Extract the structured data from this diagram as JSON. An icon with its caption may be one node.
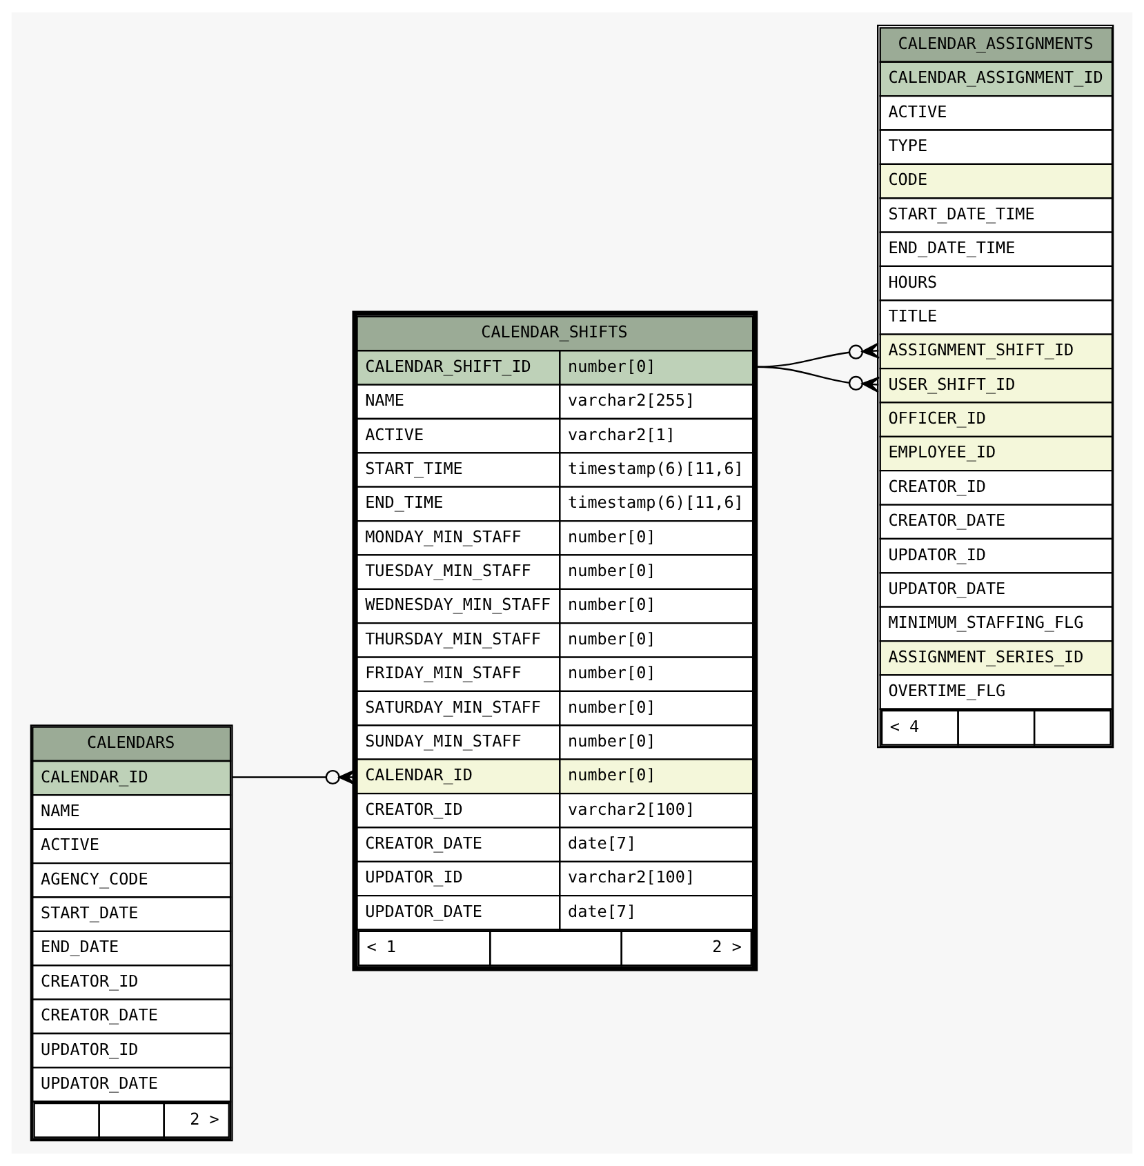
{
  "diagram": {
    "nodes": [
      {
        "text": [
          "CALENDARS",
          "CALENDAR_ID",
          "NAME",
          "ACTIVE",
          "AGENCY_CODE",
          "START_DATE",
          "END_DATE",
          "CREATOR_ID",
          "CREATOR_DATE",
          "UPDATOR_ID",
          "UPDATOR_DATE",
          "2 >"
        ]
      },
      {
        "text": [
          "CALENDAR_SHIFTS",
          "CALENDAR_SHIFT_ID",
          "number[0]",
          "NAME",
          "varchar2[255]",
          "ACTIVE",
          "varchar2[1]",
          "START_TIME",
          "timestamp(6)[11,6]",
          "END_TIME",
          "timestamp(6)[11,6]",
          "MONDAY_MIN_STAFF",
          "number[0]",
          "TUESDAY_MIN_STAFF",
          "number[0]",
          "WEDNESDAY_MIN_STAFF",
          "number[0]",
          "THURSDAY_MIN_STAFF",
          "number[0]",
          "FRIDAY_MIN_STAFF",
          "number[0]",
          "SATURDAY_MIN_STAFF",
          "number[0]",
          "SUNDAY_MIN_STAFF",
          "number[0]",
          "CALENDAR_ID",
          "number[0]",
          "CREATOR_ID",
          "varchar2[100]",
          "CREATOR_DATE",
          "date[7]",
          "UPDATOR_ID",
          "varchar2[100]",
          "UPDATOR_DATE",
          "date[7]",
          "< 1",
          "2 >"
        ]
      },
      {
        "text": [
          "CALENDAR_ASSIGNMENTS",
          "CALENDAR_ASSIGNMENT_ID",
          "ACTIVE",
          "TYPE",
          "CODE",
          "START_DATE_TIME",
          "END_DATE_TIME",
          "HOURS",
          "TITLE",
          "ASSIGNMENT_SHIFT_ID",
          "USER_SHIFT_ID",
          "OFFICER_ID",
          "EMPLOYEE_ID",
          "CREATOR_ID",
          "CREATOR_DATE",
          "UPDATOR_ID",
          "UPDATOR_DATE",
          "MINIMUM_STAFFING_FLG",
          "ASSIGNMENT_SERIES_ID",
          "OVERTIME_FLG",
          "< 4"
        ]
      }
    ],
    "edges": [
      {
        "from": 0,
        "to": 1,
        "arrow": "other"
      },
      {
        "from": 1,
        "to": 2,
        "arrow": "other"
      },
      {
        "from": 1,
        "to": 2,
        "arrow": "other"
      }
    ]
  }
}
